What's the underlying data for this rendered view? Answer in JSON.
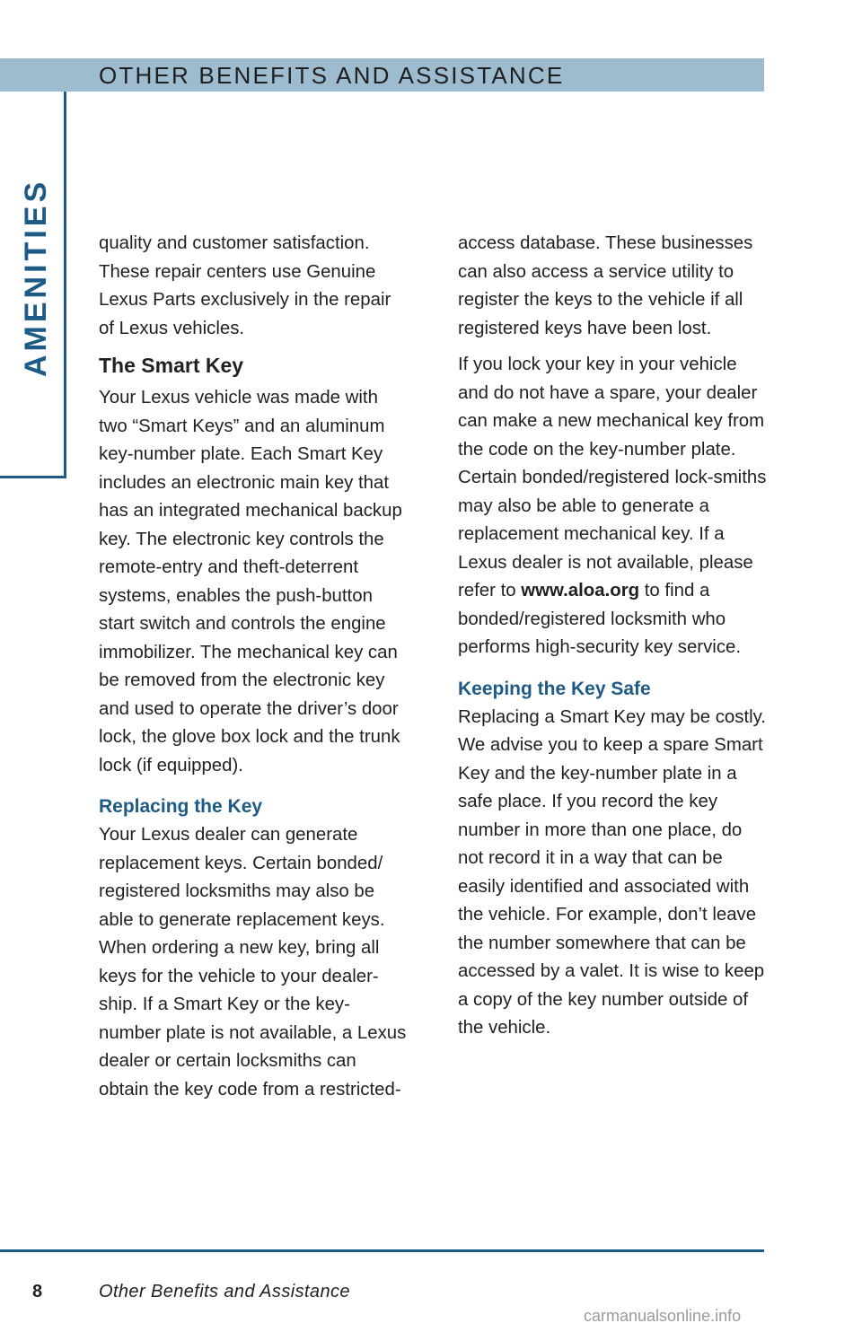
{
  "header": {
    "title": "OTHER BENEFITS AND ASSISTANCE"
  },
  "side_tab": {
    "label": "AMENITIES"
  },
  "left_column": {
    "intro": "quality and customer satisfaction. These repair centers use Genuine Lexus Parts exclusively in the repair of Lexus vehicles.",
    "smart_key_heading": "The Smart Key",
    "smart_key_body": "Your Lexus vehicle was made with two “Smart Keys” and an aluminum key-number plate. Each Smart Key includes an electronic main key that has an integrated mechanical backup key. The electronic key controls the remote-entry and theft-deterrent systems, enables the push-button start switch and controls the engine immobilizer. The mechanical key can be removed from the electronic key and used to operate the driver’s door lock, the glove box lock and the trunk lock (if equipped).",
    "replacing_heading": "Replacing the Key",
    "replacing_body": "Your Lexus dealer can generate replacement keys. Certain bonded/ registered locksmiths may also be able to generate replacement keys. When ordering a new key, bring all keys for the vehicle to your dealer-ship. If a Smart Key or the key-number plate is not available, a Lexus dealer or certain locksmiths can obtain the key code from a restricted-"
  },
  "right_column": {
    "continuation": "access database. These businesses can also access a service utility to register the keys to the vehicle if all registered keys have been lost.",
    "lock_in_before": "If you lock your key in your vehicle and do not have a spare, your dealer can make a new mechanical key from the code on the key-number plate. Certain bonded/registered lock-smiths may also be able to generate a replacement mechanical key. If a Lexus dealer is not available, please refer to",
    "lock_in_url": "www.aloa.org",
    "lock_in_after": "to find a bonded/registered locksmith who performs high-security key service.",
    "safe_heading": "Keeping the Key Safe",
    "safe_body": "Replacing a Smart Key may be costly. We advise you to keep a spare Smart Key and the key-number plate in a safe place. If you record the key number in more than one place, do not record it in a way that can be easily identified and associated with the vehicle. For example, don’t leave the number somewhere that can be accessed by a valet. It is wise to keep a copy of the key number outside of the vehicle."
  },
  "footer": {
    "page_number": "8",
    "title": "Other Benefits and Assistance"
  },
  "watermark": "carmanualsonline.info"
}
